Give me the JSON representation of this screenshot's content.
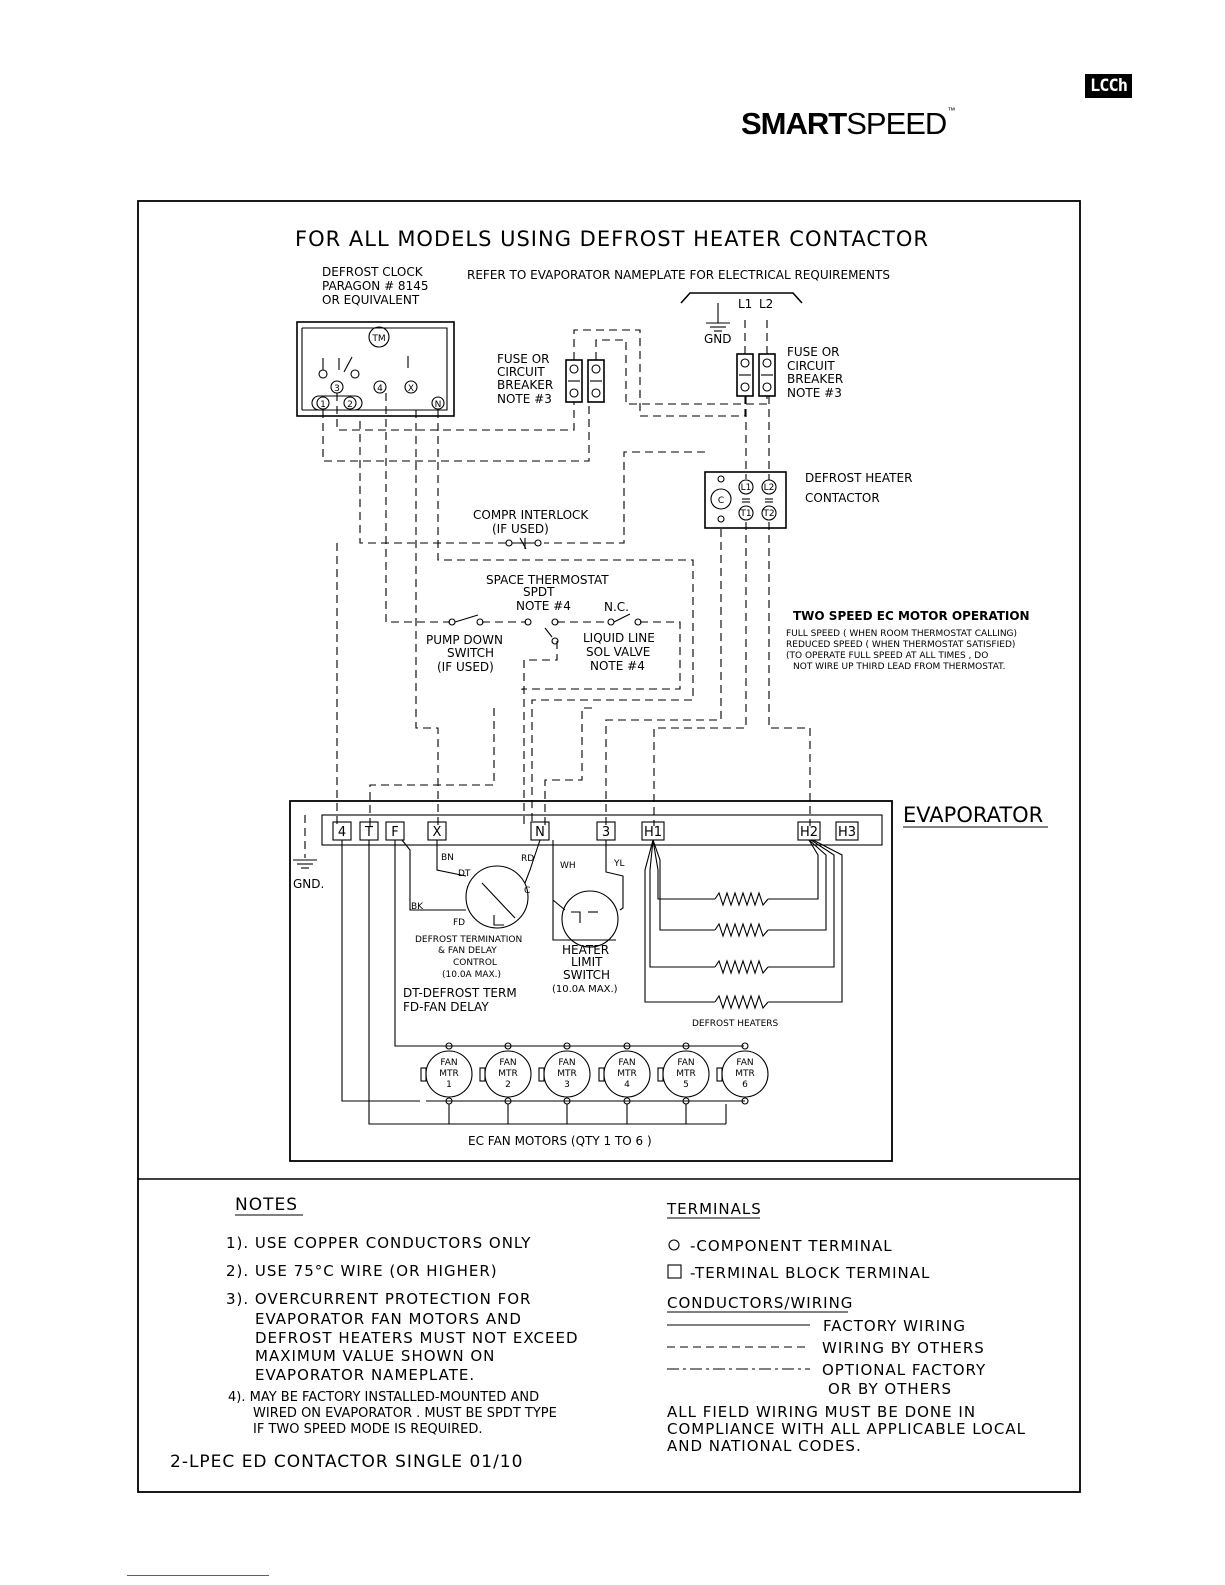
{
  "header": {
    "brand_bold": "SMART",
    "brand_light": "SPEED",
    "brand_tm": "™",
    "logo_text": "LCCh"
  },
  "diagram": {
    "title": "FOR ALL MODELS USING DEFROST HEATER CONTACTOR",
    "refer_text": "REFER TO EVAPORATOR NAMEPLATE FOR ELECTRICAL REQUIREMENTS",
    "clock": [
      "DEFROST CLOCK",
      "PARAGON # 8145",
      "OR EQUIVALENT"
    ],
    "clock_tm": "TM",
    "clock_terms": [
      "1",
      "2",
      "3",
      "4",
      "X",
      "N"
    ],
    "fuse_left": [
      "FUSE OR",
      "CIRCUIT",
      "BREAKER",
      "NOTE #3"
    ],
    "fuse_right": [
      "FUSE OR",
      "CIRCUIT",
      "BREAKER",
      "NOTE #3"
    ],
    "supply": {
      "l1": "L1",
      "l2": "L2",
      "gnd": "GND"
    },
    "contactor": [
      "DEFROST HEATER",
      "CONTACTOR"
    ],
    "contactor_terms": [
      "C",
      "L1",
      "L2",
      "T1",
      "T2"
    ],
    "interlock": [
      "COMPR INTERLOCK",
      "(IF USED)"
    ],
    "thermostat": [
      "SPACE THERMOSTAT",
      "SPDT",
      "NOTE #4"
    ],
    "nc": "N.C.",
    "pumpdown": [
      "PUMP DOWN",
      "SWITCH",
      "(IF USED)"
    ],
    "liquid_line": [
      "LIQUID LINE",
      "SOL VALVE",
      "NOTE #4"
    ],
    "two_speed": {
      "heading": "TWO SPEED EC MOTOR OPERATION",
      "lines": [
        "FULL SPEED ( WHEN ROOM THERMOSTAT  CALLING)",
        "REDUCED SPEED ( WHEN THERMOSTAT SATISFIED)",
        "(TO OPERATE FULL SPEED AT ALL TIMES ,  DO",
        "NOT WIRE UP THIRD LEAD FROM THERMOSTAT."
      ]
    },
    "evaporator": "EVAPORATOR",
    "terminals": [
      "4",
      "T",
      "F",
      "X",
      "N",
      "3",
      "H1",
      "H2",
      "H3"
    ],
    "gnd2": "GND.",
    "wire_colors": {
      "bn": "BN",
      "rd": "RD",
      "wh": "WH",
      "yl": "YL",
      "bk": "BK",
      "dt": "DT",
      "c": "C",
      "fd": "FD"
    },
    "dtfd_control": [
      "DEFROST TERMINATION",
      "& FAN DELAY",
      "CONTROL",
      "(10.0A MAX.)"
    ],
    "dt_legend": [
      "DT-DEFROST TERM",
      "FD-FAN DELAY"
    ],
    "heater_switch": [
      "HEATER",
      "LIMIT",
      "SWITCH",
      "(10.0A MAX.)"
    ],
    "defrost_heaters": "DEFROST HEATERS",
    "fan_label": [
      "FAN",
      "MTR"
    ],
    "fans": [
      "1",
      "2",
      "3",
      "4",
      "5",
      "6"
    ],
    "ec_fans": "EC FAN MOTORS (QTY 1 TO 6 )"
  },
  "notes": {
    "heading": "NOTES",
    "items": [
      [
        "1). USE COPPER CONDUCTORS ONLY"
      ],
      [
        "2). USE 75°C WIRE (OR HIGHER)"
      ],
      [
        "3). OVERCURRENT PROTECTION FOR",
        "EVAPORATOR FAN MOTORS AND",
        "DEFROST HEATERS MUST NOT EXCEED",
        "MAXIMUM VALUE SHOWN ON",
        "EVAPORATOR NAMEPLATE."
      ],
      [
        "4). MAY BE FACTORY INSTALLED-MOUNTED AND",
        "WIRED ON EVAPORATOR . MUST BE SPDT TYPE",
        "IF TWO SPEED MODE IS REQUIRED."
      ]
    ],
    "doc_code": "2-LPEC ED CONTACTOR SINGLE 01/10"
  },
  "legend": {
    "terminals_heading": "TERMINALS",
    "component_terminal": "-COMPONENT TERMINAL",
    "block_terminal": "-TERMINAL BLOCK TERMINAL",
    "wiring_heading": "CONDUCTORS/WIRING",
    "factory": "FACTORY WIRING",
    "others": "WIRING BY OTHERS",
    "optional": [
      "OPTIONAL FACTORY",
      "OR BY OTHERS"
    ],
    "compliance": [
      "ALL FIELD WIRING MUST BE DONE IN",
      "COMPLIANCE WITH ALL APPLICABLE LOCAL",
      "AND NATIONAL CODES."
    ]
  }
}
